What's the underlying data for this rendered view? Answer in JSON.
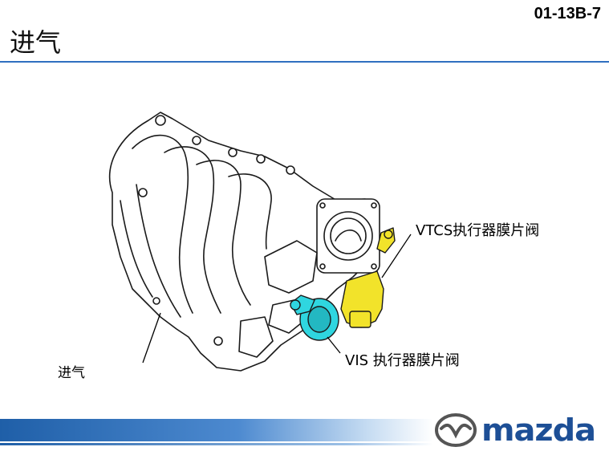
{
  "header": {
    "page_code": "01-13B-7",
    "title": "进气"
  },
  "figure": {
    "callouts": {
      "vtcs": "VTCS执行器膜片阀",
      "vis": "VIS 执行器膜片阀",
      "intake": "进气"
    },
    "colors": {
      "vtcs_valve": "#f2e32a",
      "vis_valve": "#2fd6e0",
      "outline": "#1a1a1a"
    }
  },
  "footer": {
    "brand": "mazda",
    "colors": {
      "bar": "#1f5fa8",
      "wordmark": "#1d4f96"
    }
  }
}
